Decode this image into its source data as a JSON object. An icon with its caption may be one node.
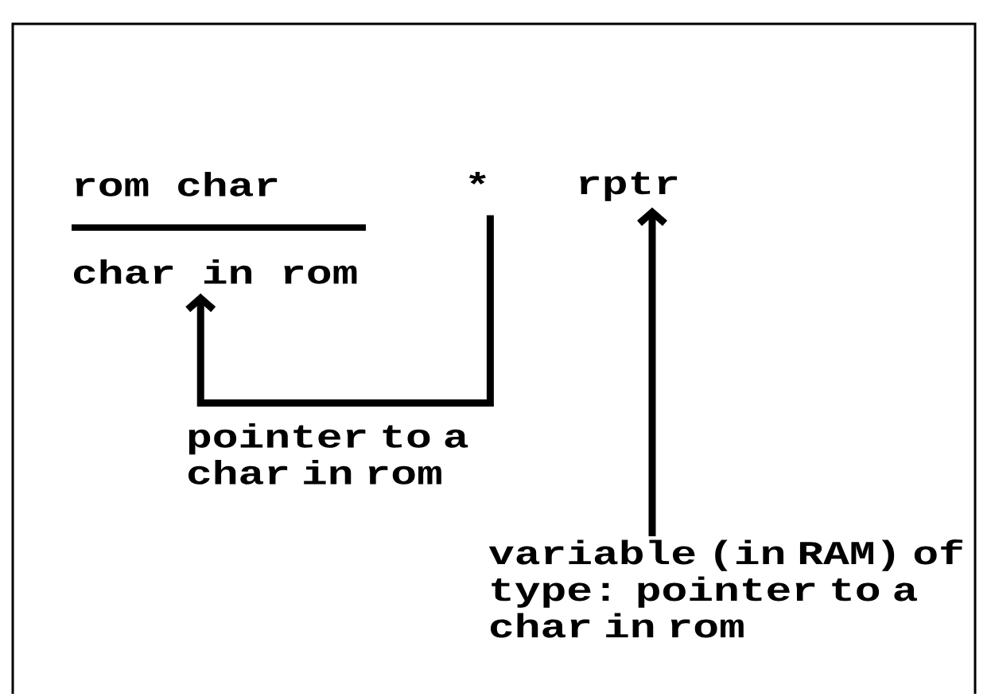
{
  "diagram": {
    "nodes": [
      {
        "text": [
          "rom char"
        ]
      },
      {
        "text": [
          "*"
        ]
      },
      {
        "text": [
          "rptr"
        ]
      },
      {
        "text": [
          "char in rom"
        ]
      },
      {
        "text": [
          "variable (in RAM) of type: pointer to a char in rom"
        ]
      }
    ],
    "edges": [
      {
        "from": 1,
        "to": 3,
        "arrow": "to",
        "label": "pointer to a char in rom"
      },
      {
        "from": 4,
        "to": 2,
        "arrow": "to"
      }
    ]
  }
}
